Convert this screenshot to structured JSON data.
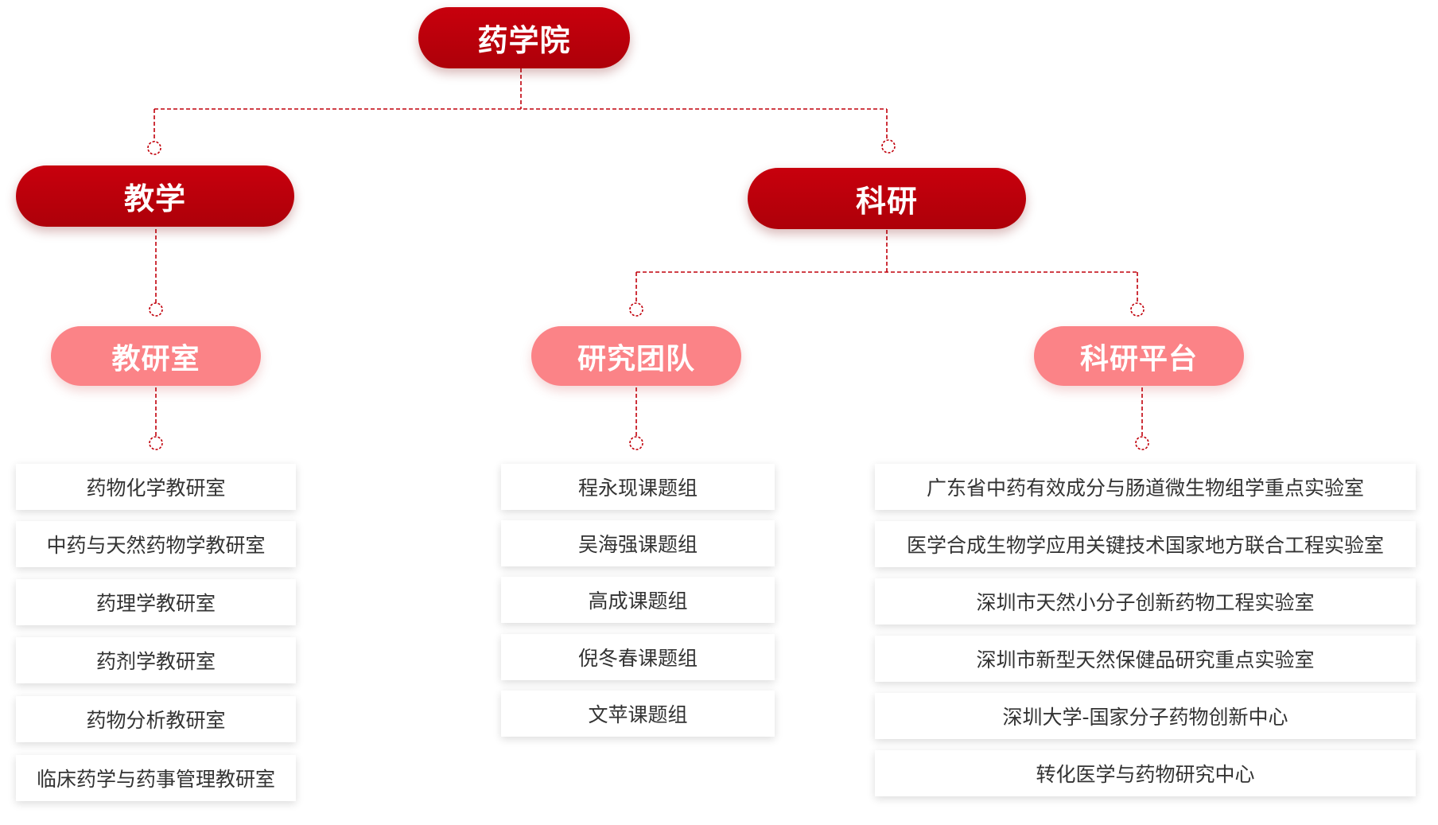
{
  "colors": {
    "primary": "#c1000b",
    "secondary": "#fb8387",
    "connector": "#c1000b"
  },
  "root": {
    "label": "药学院"
  },
  "level1": [
    {
      "label": "教学"
    },
    {
      "label": "科研"
    }
  ],
  "level2": [
    {
      "label": "教研室"
    },
    {
      "label": "研究团队"
    },
    {
      "label": "科研平台"
    }
  ],
  "teaching_offices": [
    "药物化学教研室",
    "中药与天然药物学教研室",
    "药理学教研室",
    "药剂学教研室",
    "药物分析教研室",
    "临床药学与药事管理教研室"
  ],
  "research_teams": [
    "程永现课题组",
    "吴海强课题组",
    "高成课题组",
    "倪冬春课题组",
    "文苹课题组"
  ],
  "research_platforms": [
    "广东省中药有效成分与肠道微生物组学重点实验室",
    "医学合成生物学应用关键技术国家地方联合工程实验室",
    "深圳市天然小分子创新药物工程实验室",
    "深圳市新型天然保健品研究重点实验室",
    "深圳大学-国家分子药物创新中心",
    "转化医学与药物研究中心"
  ]
}
